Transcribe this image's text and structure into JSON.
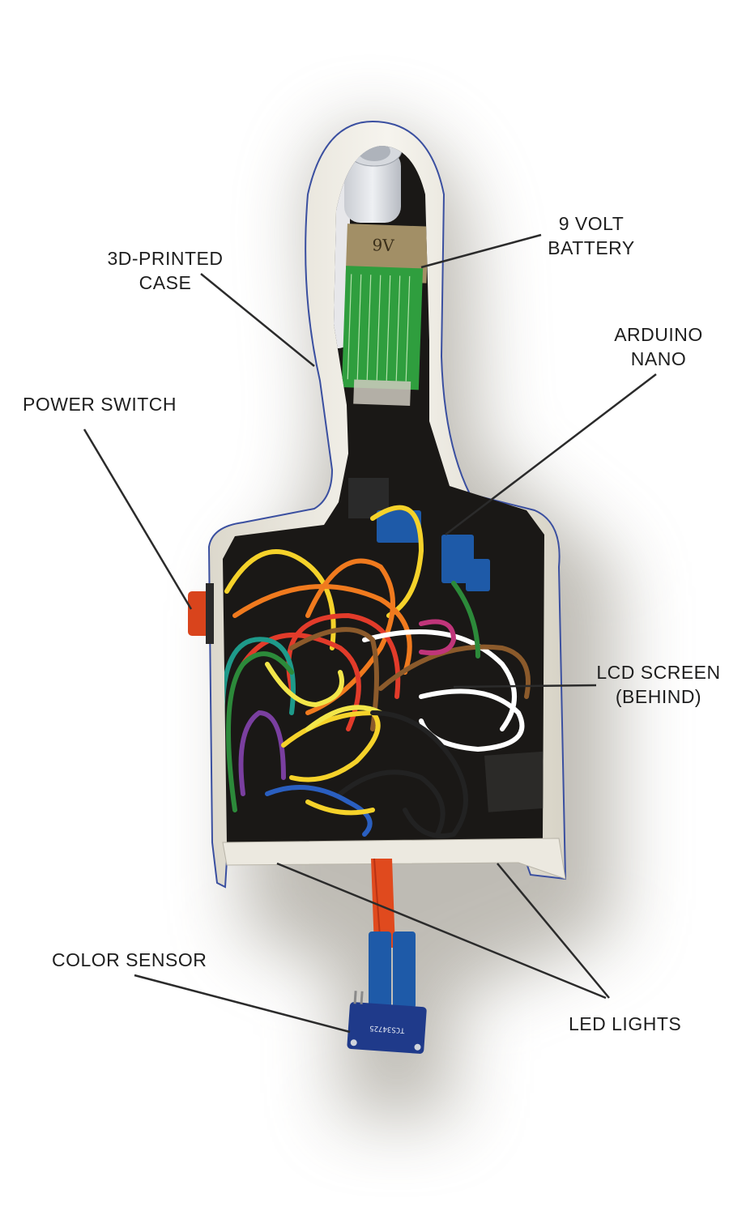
{
  "annotations": {
    "case": {
      "lines": [
        "3D-PRINTED",
        "CASE"
      ]
    },
    "battery": {
      "lines": [
        "9 VOLT",
        "BATTERY"
      ]
    },
    "arduino": {
      "lines": [
        "ARDUINO",
        "NANO"
      ]
    },
    "power_switch": {
      "lines": [
        "POWER SWITCH"
      ]
    },
    "lcd": {
      "lines": [
        "LCD SCREEN",
        "(BEHIND)"
      ]
    },
    "color_sensor": {
      "lines": [
        "COLOR SENSOR"
      ]
    },
    "led": {
      "lines": [
        "LED LIGHTS"
      ]
    }
  },
  "component_text": {
    "battery_print": "9V",
    "sensor_print": "TCS34725"
  },
  "colors": {
    "case": "#efece4",
    "case_edge": "#3a4fa0",
    "battery": "#2f9e3e",
    "interior": "#1a1816",
    "leader_line": "#2b2b2b",
    "sensor_board": "#1f3a8a",
    "ribbon": "#e04a1e",
    "connector": "#1e5aa8",
    "switch": "#d9441c"
  },
  "wire_colors": [
    "#f5d22a",
    "#f07a1e",
    "#e23b2a",
    "#2c8a3a",
    "#1e9a8a",
    "#7a3fa0",
    "#ffffff",
    "#8b5a2b",
    "#222222",
    "#c0357a",
    "#2a5fc0",
    "#f2e64a"
  ]
}
